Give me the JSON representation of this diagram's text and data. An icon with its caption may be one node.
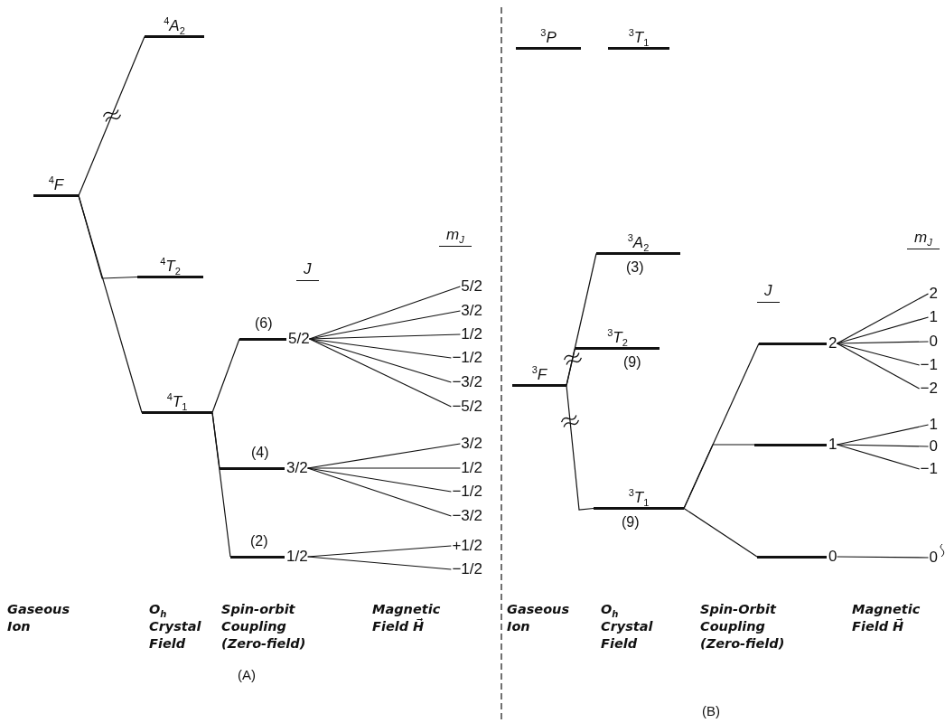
{
  "diagram": {
    "nodes": [
      {
        "text": [
          "$^{4}$A$_{2}$"
        ]
      },
      {
        "text": [
          "$^{4}$F"
        ]
      },
      {
        "text": [
          "$^{4}$T$_{2}$"
        ]
      },
      {
        "text": [
          "$^{4}$T$_{1}$"
        ]
      },
      {
        "text": [
          "5/2"
        ],
        "beside": [
          "(6)"
        ]
      },
      {
        "text": [
          "3/2"
        ],
        "beside": [
          "(4)"
        ]
      },
      {
        "text": [
          "1/2"
        ],
        "beside": [
          "(2)"
        ]
      },
      {
        "text": [
          "5/2"
        ]
      },
      {
        "text": [
          "3/2"
        ]
      },
      {
        "text": [
          "1/2"
        ]
      },
      {
        "text": [
          "−1/2"
        ]
      },
      {
        "text": [
          "−3/2"
        ]
      },
      {
        "text": [
          "−5/2"
        ]
      },
      {
        "text": [
          "3/2"
        ]
      },
      {
        "text": [
          "1/2"
        ]
      },
      {
        "text": [
          "−1/2"
        ]
      },
      {
        "text": [
          "−3/2"
        ]
      },
      {
        "text": [
          "+1/2"
        ]
      },
      {
        "text": [
          "−1/2"
        ]
      },
      {
        "text": [
          "$^{3}$P"
        ]
      },
      {
        "text": [
          "$^{3}$T$_{1}$"
        ]
      },
      {
        "text": [
          "$^{3}$A$_{2}$"
        ],
        "beside": [
          "(3)"
        ]
      },
      {
        "text": [
          "$^{3}$T$_{2}$"
        ],
        "beside": [
          "(9)"
        ]
      },
      {
        "text": [
          "$^{3}$F"
        ]
      },
      {
        "text": [
          "$^{3}$T$_{1}$"
        ],
        "beside": [
          "(9)"
        ]
      },
      {
        "text": [
          "2"
        ]
      },
      {
        "text": [
          "1"
        ]
      },
      {
        "text": [
          "0"
        ]
      },
      {
        "text": [
          "2"
        ]
      },
      {
        "text": [
          "1"
        ]
      },
      {
        "text": [
          "0"
        ]
      },
      {
        "text": [
          "−1"
        ]
      },
      {
        "text": [
          "−2"
        ]
      },
      {
        "text": [
          "1"
        ]
      },
      {
        "text": [
          "0"
        ]
      },
      {
        "text": [
          "−1"
        ]
      },
      {
        "text": [
          "0"
        ]
      }
    ],
    "edges": [
      {
        "from": 1,
        "to": 0,
        "arrow": "none"
      },
      {
        "from": 1,
        "to": 2,
        "arrow": "none"
      },
      {
        "from": 1,
        "to": 3,
        "arrow": "none"
      },
      {
        "from": 3,
        "to": 4,
        "arrow": "none"
      },
      {
        "from": 3,
        "to": 5,
        "arrow": "none"
      },
      {
        "from": 3,
        "to": 6,
        "arrow": "none"
      },
      {
        "from": 4,
        "to": 7,
        "arrow": "none"
      },
      {
        "from": 4,
        "to": 8,
        "arrow": "none"
      },
      {
        "from": 4,
        "to": 9,
        "arrow": "none"
      },
      {
        "from": 4,
        "to": 10,
        "arrow": "none"
      },
      {
        "from": 4,
        "to": 11,
        "arrow": "none"
      },
      {
        "from": 4,
        "to": 12,
        "arrow": "none"
      },
      {
        "from": 5,
        "to": 13,
        "arrow": "none"
      },
      {
        "from": 5,
        "to": 14,
        "arrow": "none"
      },
      {
        "from": 5,
        "to": 15,
        "arrow": "none"
      },
      {
        "from": 5,
        "to": 16,
        "arrow": "none"
      },
      {
        "from": 6,
        "to": 17,
        "arrow": "none"
      },
      {
        "from": 6,
        "to": 18,
        "arrow": "none"
      },
      {
        "from": 23,
        "to": 21,
        "arrow": "none"
      },
      {
        "from": 23,
        "to": 22,
        "arrow": "none"
      },
      {
        "from": 23,
        "to": 24,
        "arrow": "none"
      },
      {
        "from": 24,
        "to": 25,
        "arrow": "none"
      },
      {
        "from": 24,
        "to": 26,
        "arrow": "none"
      },
      {
        "from": 24,
        "to": 27,
        "arrow": "none"
      },
      {
        "from": 25,
        "to": 28,
        "arrow": "none"
      },
      {
        "from": 25,
        "to": 29,
        "arrow": "none"
      },
      {
        "from": 25,
        "to": 30,
        "arrow": "none"
      },
      {
        "from": 25,
        "to": 31,
        "arrow": "none"
      },
      {
        "from": 25,
        "to": 32,
        "arrow": "none"
      },
      {
        "from": 26,
        "to": 33,
        "arrow": "none"
      },
      {
        "from": 26,
        "to": 34,
        "arrow": "none"
      },
      {
        "from": 26,
        "to": 35,
        "arrow": "none"
      },
      {
        "from": 27,
        "to": 36,
        "arrow": "none"
      }
    ],
    "labels": [
      "m$_{J}$",
      "J",
      "m$_{J}$",
      "J",
      "Gaseous Ion",
      "O$_{h}$ Crystal Field",
      "Spin-orbit Coupling (Zero-field)",
      "Magnetic Field H⃗",
      "Gaseous Ion",
      "O$_{h}$ Crystal Field",
      "Spin-Orbit Coupling (Zero-field)",
      "Magnetic Field H⃗",
      "(A)",
      "(B)"
    ]
  }
}
